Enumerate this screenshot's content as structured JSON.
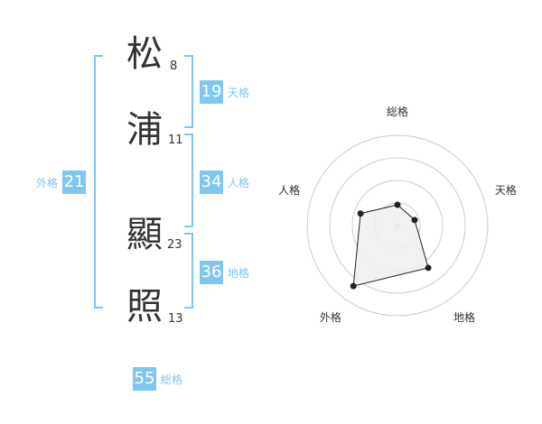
{
  "characters": [
    {
      "char": "松",
      "strokes": "8"
    },
    {
      "char": "浦",
      "strokes": "11"
    },
    {
      "char": "顯",
      "strokes": "23"
    },
    {
      "char": "照",
      "strokes": "13"
    }
  ],
  "kaku": {
    "tenkaku": {
      "value": "19",
      "label": "天格"
    },
    "jinkaku": {
      "value": "34",
      "label": "人格"
    },
    "chikaku": {
      "value": "36",
      "label": "地格"
    },
    "gaikaku": {
      "value": "21",
      "label": "外格"
    },
    "soukaku": {
      "value": "55",
      "label": "総格"
    }
  },
  "chart_data": {
    "type": "radar",
    "axes": [
      "総格",
      "天格",
      "地格",
      "外格",
      "人格"
    ],
    "values": [
      0.23,
      0.2,
      0.58,
      0.83,
      0.43
    ],
    "rings": 4,
    "colors": {
      "fill": "#eeeeee",
      "line": "#222222",
      "grid": "#cccccc"
    }
  }
}
